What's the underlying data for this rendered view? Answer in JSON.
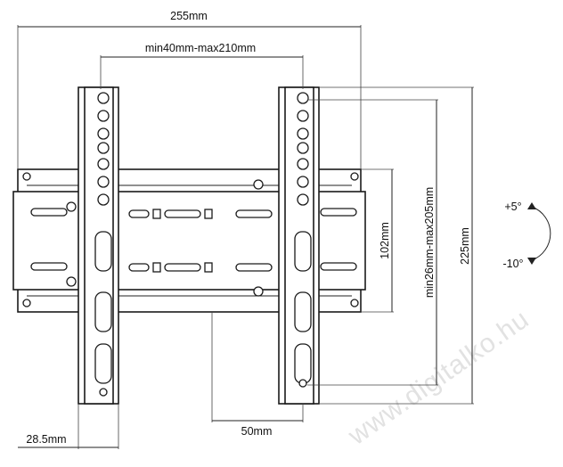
{
  "dimensions": {
    "total_width": "255mm",
    "vesa_horizontal": "min40mm-max210mm",
    "vesa_vertical": "min26mm-max205mm",
    "rail_height": "102mm",
    "total_height": "225mm",
    "wall_distance": "50mm",
    "depth": "28.5mm"
  },
  "tilt": {
    "up": "+5°",
    "down": "-10°"
  },
  "watermark": "www.digitalko.hu"
}
